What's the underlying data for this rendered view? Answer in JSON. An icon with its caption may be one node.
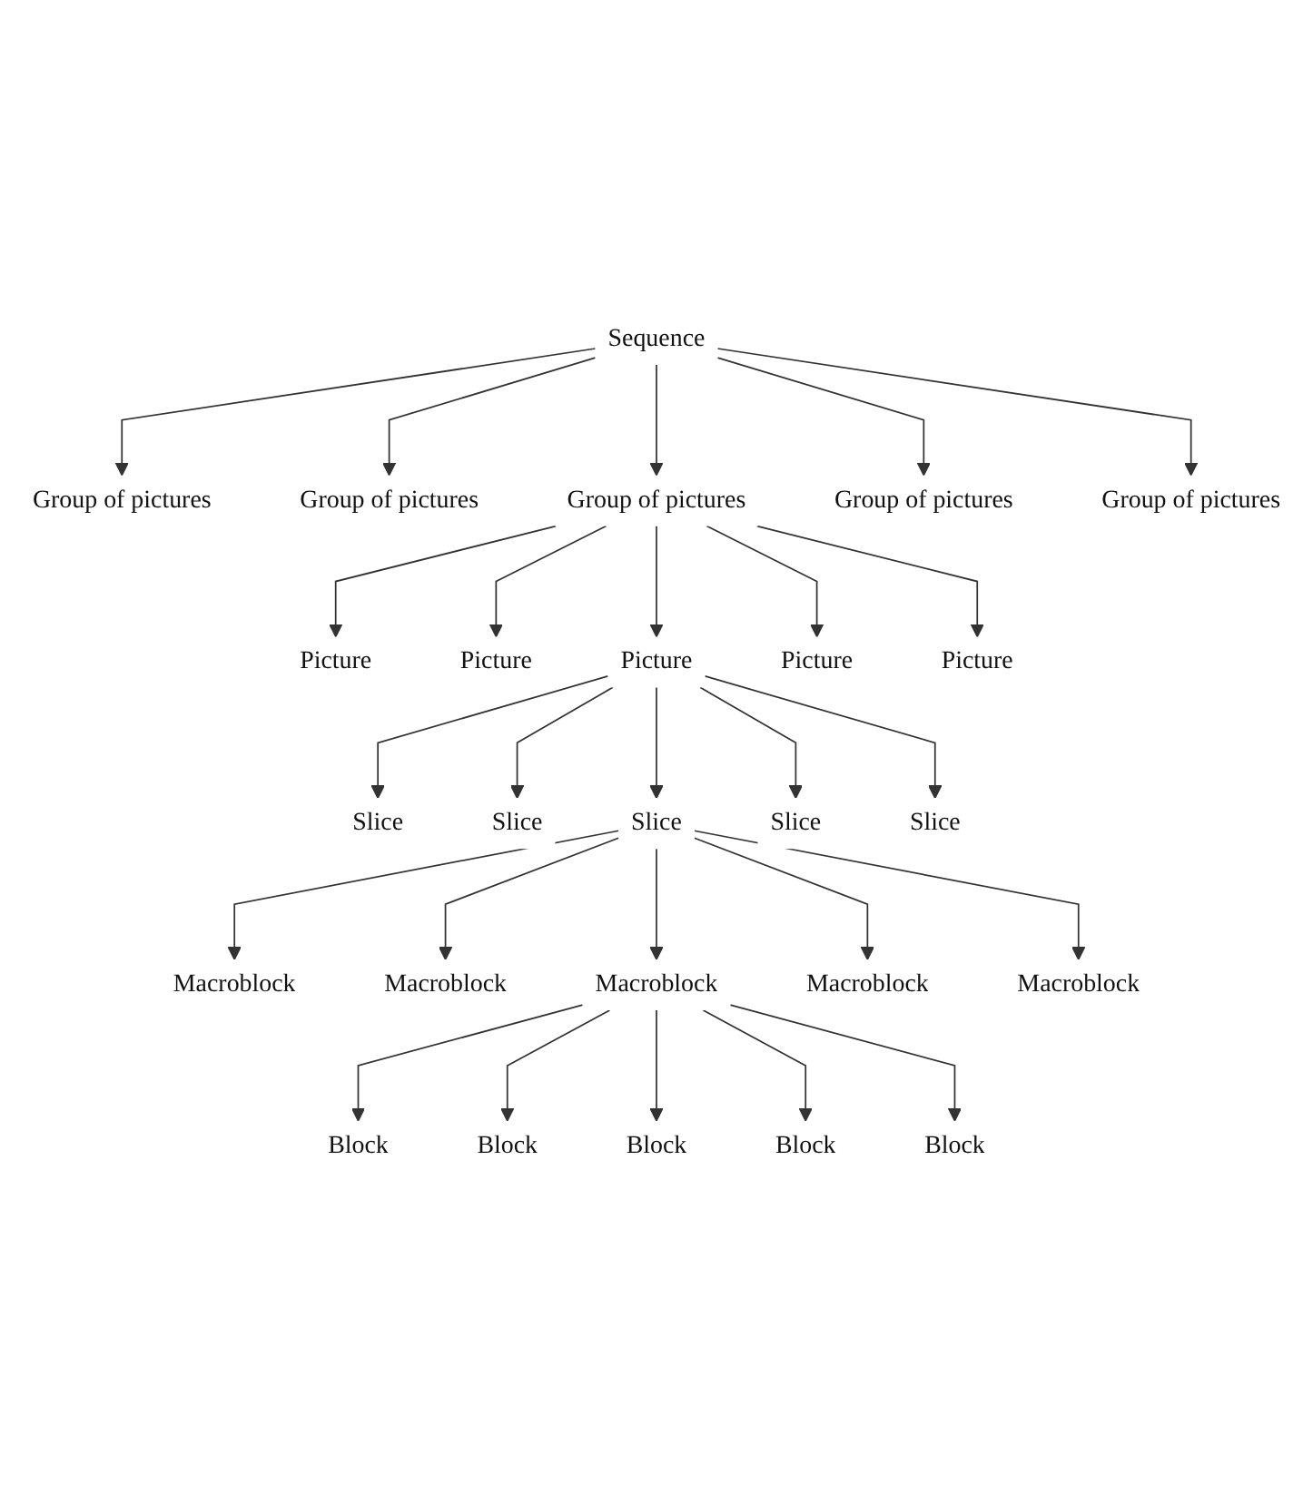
{
  "diagram": {
    "nodes": [
      {
        "text": [
          "Sequence"
        ]
      },
      {
        "text": [
          "Group of pictures"
        ]
      },
      {
        "text": [
          "Group of pictures"
        ]
      },
      {
        "text": [
          "Group of pictures"
        ]
      },
      {
        "text": [
          "Group of pictures"
        ]
      },
      {
        "text": [
          "Group of pictures"
        ]
      },
      {
        "text": [
          "Picture"
        ]
      },
      {
        "text": [
          "Picture"
        ]
      },
      {
        "text": [
          "Picture"
        ]
      },
      {
        "text": [
          "Picture"
        ]
      },
      {
        "text": [
          "Picture"
        ]
      },
      {
        "text": [
          "Slice"
        ]
      },
      {
        "text": [
          "Slice"
        ]
      },
      {
        "text": [
          "Slice"
        ]
      },
      {
        "text": [
          "Slice"
        ]
      },
      {
        "text": [
          "Slice"
        ]
      },
      {
        "text": [
          "Macroblock"
        ]
      },
      {
        "text": [
          "Macroblock"
        ]
      },
      {
        "text": [
          "Macroblock"
        ]
      },
      {
        "text": [
          "Macroblock"
        ]
      },
      {
        "text": [
          "Macroblock"
        ]
      },
      {
        "text": [
          "Block"
        ]
      },
      {
        "text": [
          "Block"
        ]
      },
      {
        "text": [
          "Block"
        ]
      },
      {
        "text": [
          "Block"
        ]
      },
      {
        "text": [
          "Block"
        ]
      }
    ],
    "edges": [
      {
        "from": 0,
        "to": 1,
        "arrow": "to"
      },
      {
        "from": 0,
        "to": 2,
        "arrow": "to"
      },
      {
        "from": 0,
        "to": 3,
        "arrow": "to"
      },
      {
        "from": 0,
        "to": 4,
        "arrow": "to"
      },
      {
        "from": 0,
        "to": 5,
        "arrow": "to"
      },
      {
        "from": 3,
        "to": 6,
        "arrow": "to"
      },
      {
        "from": 3,
        "to": 7,
        "arrow": "to"
      },
      {
        "from": 3,
        "to": 8,
        "arrow": "to"
      },
      {
        "from": 3,
        "to": 9,
        "arrow": "to"
      },
      {
        "from": 3,
        "to": 10,
        "arrow": "to"
      },
      {
        "from": 8,
        "to": 11,
        "arrow": "to"
      },
      {
        "from": 8,
        "to": 12,
        "arrow": "to"
      },
      {
        "from": 8,
        "to": 13,
        "arrow": "to"
      },
      {
        "from": 8,
        "to": 14,
        "arrow": "to"
      },
      {
        "from": 8,
        "to": 15,
        "arrow": "to"
      },
      {
        "from": 13,
        "to": 16,
        "arrow": "to"
      },
      {
        "from": 13,
        "to": 17,
        "arrow": "to"
      },
      {
        "from": 13,
        "to": 18,
        "arrow": "to"
      },
      {
        "from": 13,
        "to": 19,
        "arrow": "to"
      },
      {
        "from": 13,
        "to": 20,
        "arrow": "to"
      },
      {
        "from": 18,
        "to": 21,
        "arrow": "to"
      },
      {
        "from": 18,
        "to": 22,
        "arrow": "to"
      },
      {
        "from": 18,
        "to": 23,
        "arrow": "to"
      },
      {
        "from": 18,
        "to": 24,
        "arrow": "to"
      },
      {
        "from": 18,
        "to": 25,
        "arrow": "to"
      }
    ]
  }
}
